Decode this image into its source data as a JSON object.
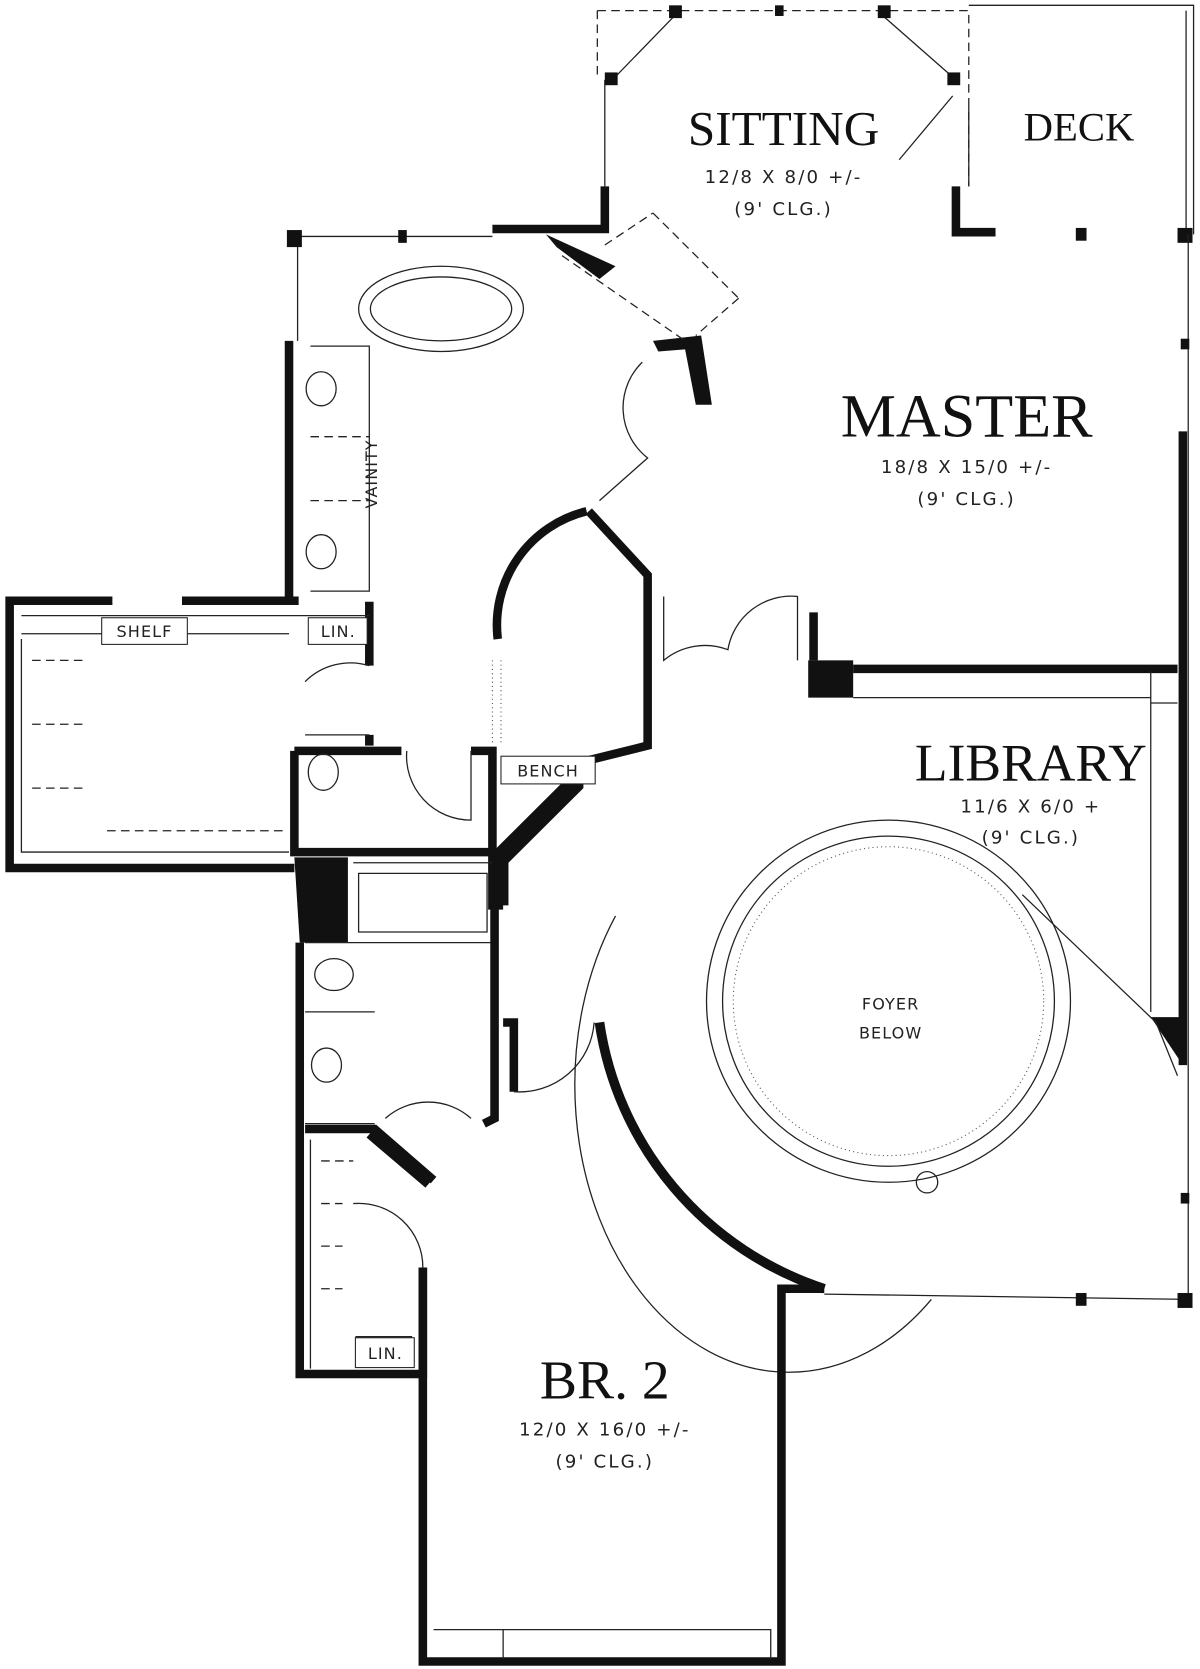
{
  "rooms": {
    "sitting": {
      "name": "SITTING",
      "size": "12/8 X 8/0 +/-",
      "ceiling": "(9' CLG.)"
    },
    "deck": {
      "name": "DECK"
    },
    "master": {
      "name": "MASTER",
      "size": "18/8 X 15/0 +/-",
      "ceiling": "(9' CLG.)"
    },
    "library": {
      "name": "LIBRARY",
      "size": "11/6 X 6/0 +",
      "ceiling": "(9' CLG.)"
    },
    "foyer": {
      "line1": "FOYER",
      "line2": "BELOW"
    },
    "br2": {
      "name": "BR. 2",
      "size": "12/0 X 16/0 +/-",
      "ceiling": "(9' CLG.)"
    }
  },
  "labels": {
    "vanity": "VAINITY",
    "shelf": "SHELF",
    "linen_master": "LIN.",
    "bench": "BENCH",
    "linen_br2": "LIN."
  }
}
